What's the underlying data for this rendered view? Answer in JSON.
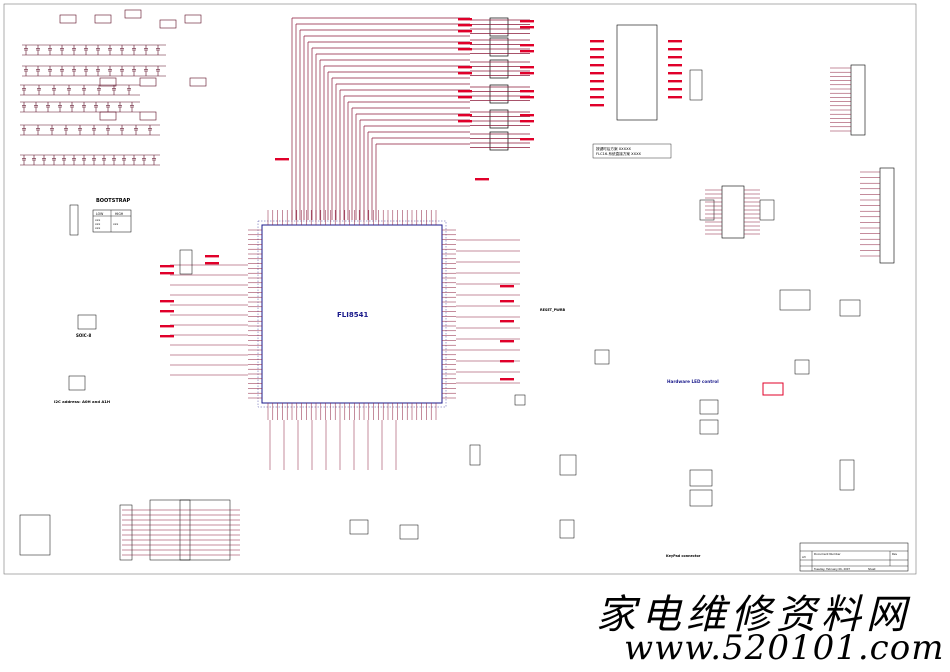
{
  "schematic": {
    "ic_main": "FLI8541",
    "bootstrap": {
      "title": "BOOTSTRAP",
      "hdr_low": "LOW",
      "hdr_high": "HIGH",
      "row1": "xxx",
      "row2": "xxx",
      "row3": "xxx",
      "row4": "xxx"
    },
    "soic_label": "SOIC-8",
    "i2c_note": "I2C address: A0H and A1H",
    "hardware_led": "Hardware LED control",
    "keypad_label": "KeyPad connector",
    "reset_label": "RESET_PWRB",
    "chinese_note_1": "按键时后方案 XXXXX",
    "chinese_note_2": "FLC16-系统直接方案  XXXX",
    "title_block": {
      "size": "A3",
      "doc": "Document Number",
      "rev": "Rev",
      "date": "Tuesday, February 06, 2007",
      "sheet": "Sheet"
    }
  },
  "watermark": {
    "title": "家电维修资料网",
    "url": "www.520101.com"
  },
  "colors": {
    "wire": "#8b1a3a",
    "net_label": "#e0002a",
    "line": "#000000",
    "highlight": "#e0002a"
  }
}
